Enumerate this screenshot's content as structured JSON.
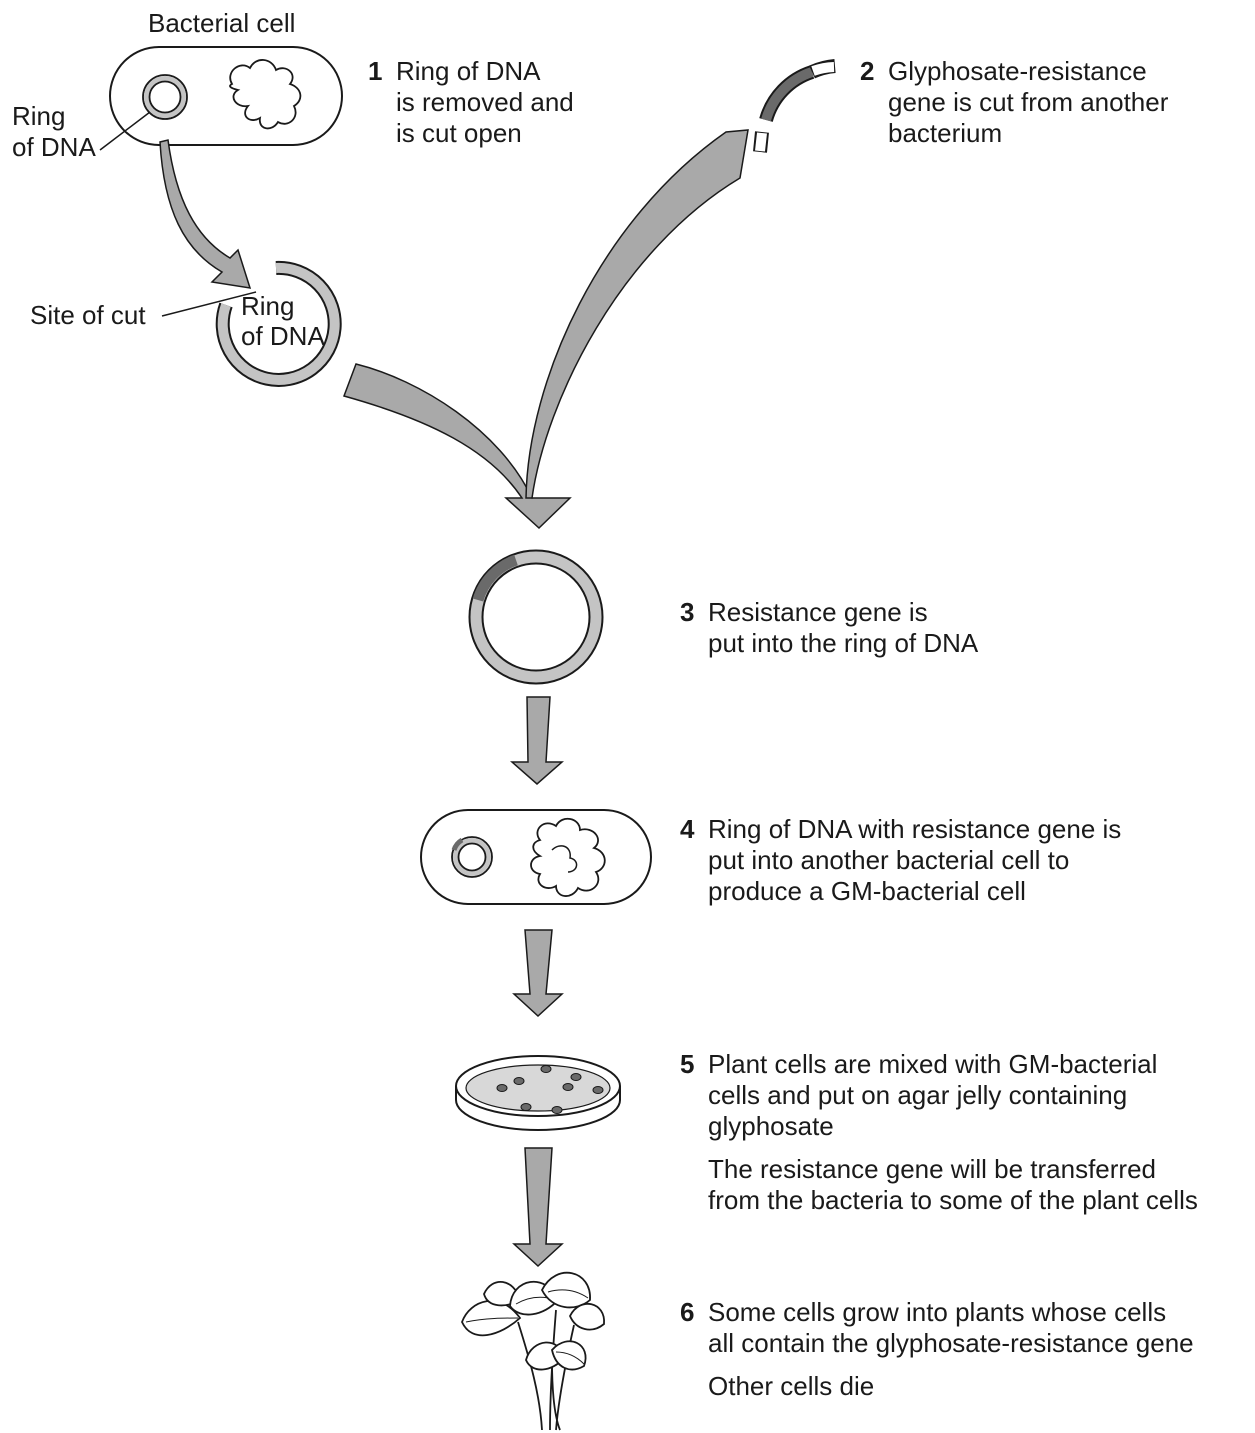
{
  "labels": {
    "bacterial_cell": "Bacterial cell",
    "ring_of_dna_top": [
      "Ring",
      "of DNA"
    ],
    "site_of_cut": "Site of cut",
    "ring_of_dna_cut": [
      "Ring",
      "of DNA"
    ]
  },
  "steps": [
    {
      "num": "1",
      "lines": [
        "Ring of DNA",
        "is removed and",
        "is cut open"
      ]
    },
    {
      "num": "2",
      "lines": [
        "Glyphosate-resistance",
        "gene is cut from another",
        "bacterium"
      ]
    },
    {
      "num": "3",
      "lines": [
        "Resistance gene is",
        "put into the ring of DNA"
      ]
    },
    {
      "num": "4",
      "lines": [
        "Ring of DNA with resistance gene is",
        "put into another bacterial cell to",
        "produce a GM-bacterial cell"
      ]
    },
    {
      "num": "5",
      "lines": [
        "Plant cells are mixed with GM-bacterial",
        "cells and put on agar jelly containing",
        "glyphosate"
      ],
      "extra": [
        "The resistance gene will be transferred",
        "from the bacteria to some of the plant cells"
      ]
    },
    {
      "num": "6",
      "lines": [
        "Some cells grow into plants whose cells",
        "all contain the glyphosate-resistance gene"
      ],
      "extra": [
        "Other cells die"
      ]
    }
  ],
  "colors": {
    "arrow_fill": "#a9a9a9",
    "ring_fill": "#c4c4c4",
    "gene_fill": "#6a6a6a",
    "stroke": "#1a1a1a"
  }
}
